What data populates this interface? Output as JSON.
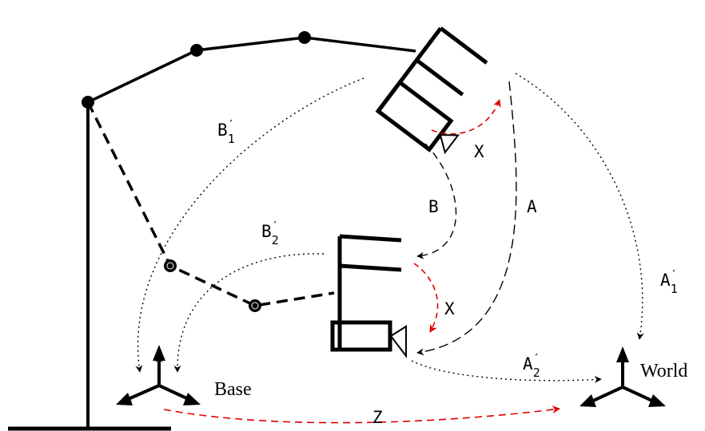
{
  "labels": {
    "X": "X",
    "B": "B",
    "A": "A",
    "Z": "Z",
    "B1": {
      "main": "B",
      "prime": "′",
      "sub": "1"
    },
    "B2": {
      "main": "B",
      "prime": "′",
      "sub": "2"
    },
    "A1": {
      "main": "A",
      "prime": "′",
      "sub": "1"
    },
    "A2": {
      "main": "A",
      "prime": "′",
      "sub": "2"
    },
    "base": "Base",
    "world": "World"
  },
  "colors": {
    "ink": "#000000",
    "highlight": "#e00000"
  }
}
